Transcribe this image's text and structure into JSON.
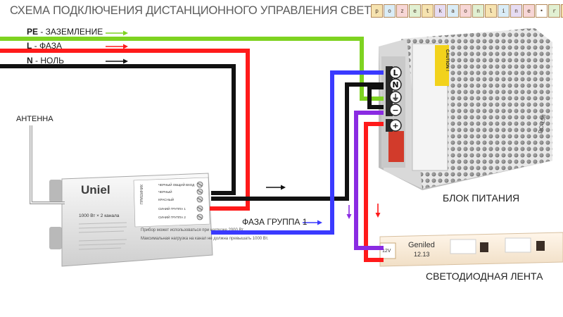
{
  "title": "СХЕМА ПОДКЛЮЧЕНИЯ ДИСТАНЦИОННОГО УПРАВЛЕНИЯ СВЕТОДИОДНОЙ ЛЕНТЫ",
  "logo_letters": [
    "p",
    "o",
    "z",
    "e",
    "t",
    "k",
    "a",
    "o",
    "n",
    "l",
    "i",
    "n",
    "e",
    "•",
    "r",
    "u"
  ],
  "logo_colors": [
    "#f6e3b0",
    "#d9ecf7",
    "#f7d6d6",
    "#e1f0d2",
    "#f6e3b0",
    "#e6dcf3",
    "#d9ecf7",
    "#f7d6d6",
    "#e1f0d2",
    "#f6e3b0",
    "#d9ecf7",
    "#e6dcf3",
    "#f7d6d6",
    "#ffffff",
    "#e1f0d2",
    "#f6e3b0"
  ],
  "wires": [
    {
      "code": "PE",
      "name": " - ЗАЗЕМЛЕНИЕ",
      "color": "#7ed321"
    },
    {
      "code": "L",
      "name": " - ФАЗА",
      "color": "#ff1a1a"
    },
    {
      "code": "N",
      "name": " - НОЛЬ",
      "color": "#111111"
    }
  ],
  "wire_colors": {
    "green": "#7ed321",
    "red": "#ff1a1a",
    "black": "#111111",
    "blue": "#3a3aff",
    "violet": "#8a2be2"
  },
  "antenna_label": "АНТЕННА",
  "controller": {
    "brand": "Uniel",
    "rating": "1000 Вт × 2 канала",
    "load_text": "Прибор может использоваться при нагрузке 2000 Вт.",
    "load_text2": "Максимальная нагрузка на канал не должна превышать 1000 Вт.",
    "terminal_labels": [
      "ЧЕРНЫЙ ОБЩИЙ ВХОД",
      "ЧЕРНЫЙ",
      "КРАСНЫЙ",
      "СИНИЙ ГРУППА 1",
      "СИНИЙ ГРУППА 2"
    ],
    "side_label": "ПРИЕМНИК"
  },
  "phase_group_label": "ФАЗА ГРУППА 1",
  "psu": {
    "label": "БЛОК ПИТАНИЯ",
    "terminals": [
      "L",
      "N",
      "⏚",
      "−",
      "+"
    ],
    "caution": "CAUTION !",
    "side_text": "DC-15II"
  },
  "strip": {
    "label": "СВЕТОДИОДНАЯ ЛЕНТА",
    "brand": "Geniled",
    "code": "12.13",
    "voltage": "12V"
  }
}
